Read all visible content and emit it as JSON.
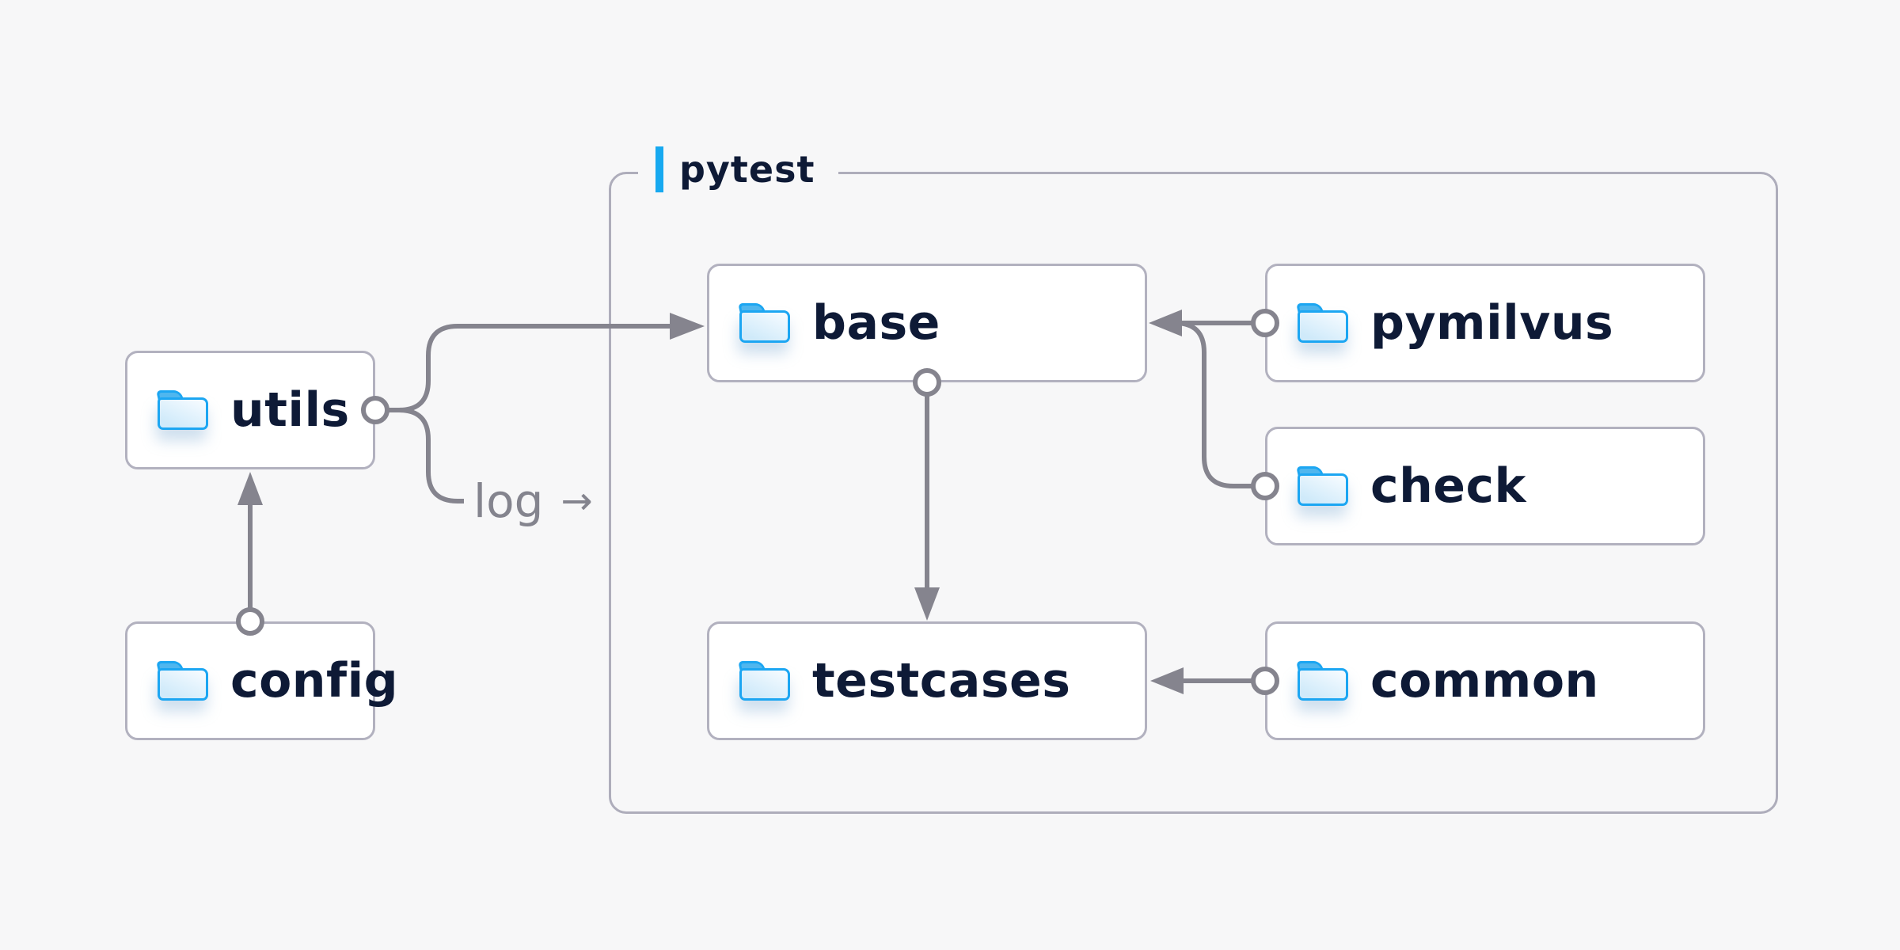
{
  "group": {
    "label": "pytest"
  },
  "nodes": {
    "utils": {
      "label": "utils",
      "icon": "folder-icon"
    },
    "config": {
      "label": "config",
      "icon": "folder-icon"
    },
    "base": {
      "label": "base",
      "icon": "folder-icon"
    },
    "pymilvus": {
      "label": "pymilvus",
      "icon": "folder-icon"
    },
    "check": {
      "label": "check",
      "icon": "folder-icon"
    },
    "testcases": {
      "label": "testcases",
      "icon": "folder-icon"
    },
    "common": {
      "label": "common",
      "icon": "folder-icon"
    }
  },
  "edge_label": {
    "text": "log",
    "arrow": "→"
  },
  "edges": [
    {
      "from": "config",
      "to": "utils"
    },
    {
      "from": "utils",
      "to": "base"
    },
    {
      "from": "utils",
      "to": "log"
    },
    {
      "from": "pymilvus",
      "to": "base"
    },
    {
      "from": "check",
      "to": "base"
    },
    {
      "from": "base",
      "to": "testcases"
    },
    {
      "from": "common",
      "to": "testcases"
    }
  ],
  "colors": {
    "background": "#f7f7f8",
    "node_background": "#ffffff",
    "node_border": "#b2b1bf",
    "group_border": "#aeadbb",
    "connector": "#85848e",
    "label_text": "#0e1a36",
    "edge_label_text": "#84848e",
    "accent": "#17a9f0",
    "folder_border": "#1ca6f2",
    "folder_fill": "#d9edfb"
  }
}
